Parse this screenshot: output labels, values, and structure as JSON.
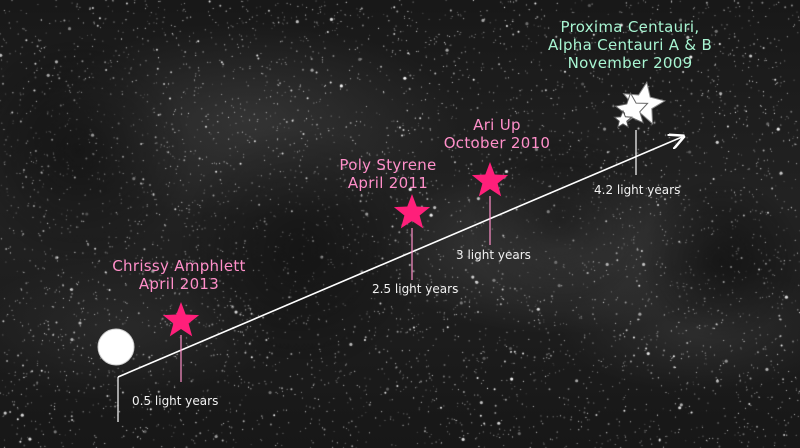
{
  "colors": {
    "star_pink": "#ff1f7a",
    "label_pink": "#ff8fc9",
    "label_green": "#a8f5d2",
    "line": "#ffffff"
  },
  "origin": {
    "icon": "sun-circle-icon"
  },
  "events": [
    {
      "name": "Chrissy Amphlett",
      "date": "April 2013",
      "distance": "0.5 light years",
      "icon": "pink-star-icon"
    },
    {
      "name": "Poly Styrene",
      "date": "April 2011",
      "distance": "2.5 light years",
      "icon": "pink-star-icon"
    },
    {
      "name": "Ari Up",
      "date": "October 2010",
      "distance": "3 light years",
      "icon": "pink-star-icon"
    },
    {
      "name_line1": "Proxima Centauri,",
      "name_line2": "Alpha  Centauri A & B",
      "date": "November 2009",
      "distance": "4.2 light years",
      "icon": "white-star-cluster-icon"
    }
  ]
}
